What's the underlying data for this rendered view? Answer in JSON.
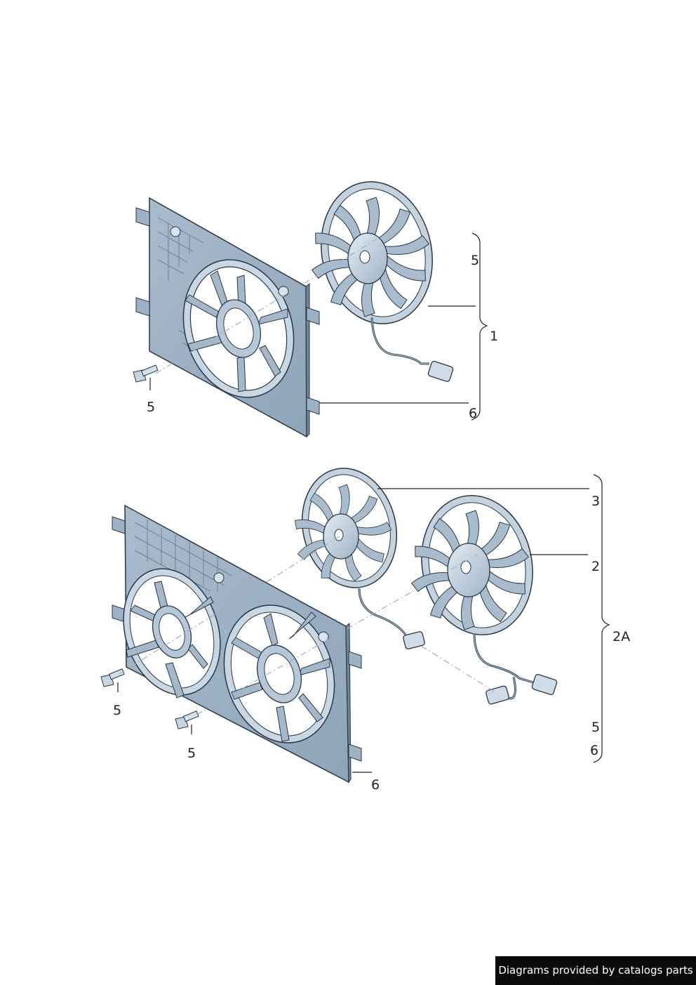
{
  "colors": {
    "part_fill": "#b9cad9",
    "part_light": "#d9e4ee",
    "part_dark": "#7f95aa",
    "outline": "#2a3744",
    "leader": "#222222",
    "credit_bg": "#0a0a0a",
    "credit_text": "#ffffff"
  },
  "assembly_single": {
    "callouts": {
      "fan_qty": "5",
      "group": "1",
      "frame_qty": "6",
      "bolt": "5"
    }
  },
  "assembly_dual": {
    "callouts": {
      "fan_left": "3",
      "fan_right": "2",
      "group": "2A",
      "bolt_qty": "5",
      "frame_qty": "6",
      "bolt_upper": "5",
      "bolt_lower": "5",
      "frame": "6"
    }
  },
  "footer": {
    "credit": "Diagrams provided by catalogs parts"
  }
}
